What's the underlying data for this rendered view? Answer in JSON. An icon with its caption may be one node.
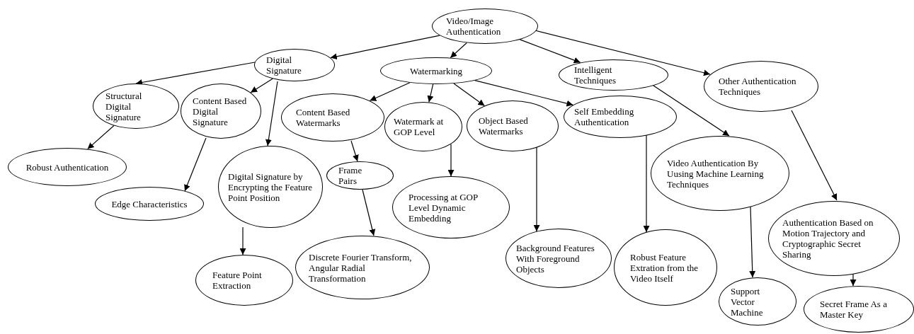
{
  "diagram": {
    "nodes": [
      {
        "text": [
          "Video/Image Authentication"
        ]
      },
      {
        "text": [
          "Digital Signature"
        ]
      },
      {
        "text": [
          "Watermarking"
        ]
      },
      {
        "text": [
          "Intelligent Techniques"
        ]
      },
      {
        "text": [
          "Other Authentication Techniques"
        ]
      },
      {
        "text": [
          "Structural Digital Signature"
        ]
      },
      {
        "text": [
          "Content Based Digital Signature"
        ]
      },
      {
        "text": [
          "Content Based Watermarks"
        ]
      },
      {
        "text": [
          "Watermark at GOP Level"
        ]
      },
      {
        "text": [
          "Object Based Watermarks"
        ]
      },
      {
        "text": [
          "Self Embedding Authentication"
        ]
      },
      {
        "text": [
          "Robust Authentication"
        ]
      },
      {
        "text": [
          "Edge Characteristics"
        ]
      },
      {
        "text": [
          "Digital Signature by Encrypting the Feature Point Position"
        ]
      },
      {
        "text": [
          "Frame Pairs"
        ]
      },
      {
        "text": [
          "Video Authentication By Uusing Machine Learning Techniques"
        ]
      },
      {
        "text": [
          "Processing at GOP Level Dynamic Embedding"
        ]
      },
      {
        "text": [
          "Authentication Based on Motion Trajectory and Cryptographic Secret Sharing"
        ]
      },
      {
        "text": [
          "Feature Point Extraction"
        ]
      },
      {
        "text": [
          "Discrete Fourier Transform, Angular Radial Transformation"
        ]
      },
      {
        "text": [
          "Background Features With Foreground Objects"
        ]
      },
      {
        "text": [
          "Robust Feature Extration from the Video Itself"
        ]
      },
      {
        "text": [
          "Support Vector Machine"
        ]
      },
      {
        "text": [
          "Secret Frame As a Master Key"
        ]
      }
    ],
    "edges": [
      {
        "from": 0,
        "to": 1,
        "arrow": "to"
      },
      {
        "from": 0,
        "to": 2,
        "arrow": "to"
      },
      {
        "from": 0,
        "to": 3,
        "arrow": "to"
      },
      {
        "from": 0,
        "to": 4,
        "arrow": "to"
      },
      {
        "from": 1,
        "to": 5,
        "arrow": "to"
      },
      {
        "from": 1,
        "to": 6,
        "arrow": "to"
      },
      {
        "from": 1,
        "to": 13,
        "arrow": "to"
      },
      {
        "from": 2,
        "to": 7,
        "arrow": "to"
      },
      {
        "from": 2,
        "to": 8,
        "arrow": "to"
      },
      {
        "from": 2,
        "to": 9,
        "arrow": "to"
      },
      {
        "from": 2,
        "to": 10,
        "arrow": "to"
      },
      {
        "from": 3,
        "to": 15,
        "arrow": "to"
      },
      {
        "from": 4,
        "to": 17,
        "arrow": "to"
      },
      {
        "from": 5,
        "to": 11,
        "arrow": "to"
      },
      {
        "from": 6,
        "to": 12,
        "arrow": "to"
      },
      {
        "from": 13,
        "to": 18,
        "arrow": "to"
      },
      {
        "from": 7,
        "to": 14,
        "arrow": "to"
      },
      {
        "from": 14,
        "to": 19,
        "arrow": "to"
      },
      {
        "from": 8,
        "to": 16,
        "arrow": "to"
      },
      {
        "from": 9,
        "to": 20,
        "arrow": "to"
      },
      {
        "from": 10,
        "to": 21,
        "arrow": "to"
      },
      {
        "from": 15,
        "to": 22,
        "arrow": "to"
      },
      {
        "from": 17,
        "to": 23,
        "arrow": "to"
      }
    ]
  }
}
